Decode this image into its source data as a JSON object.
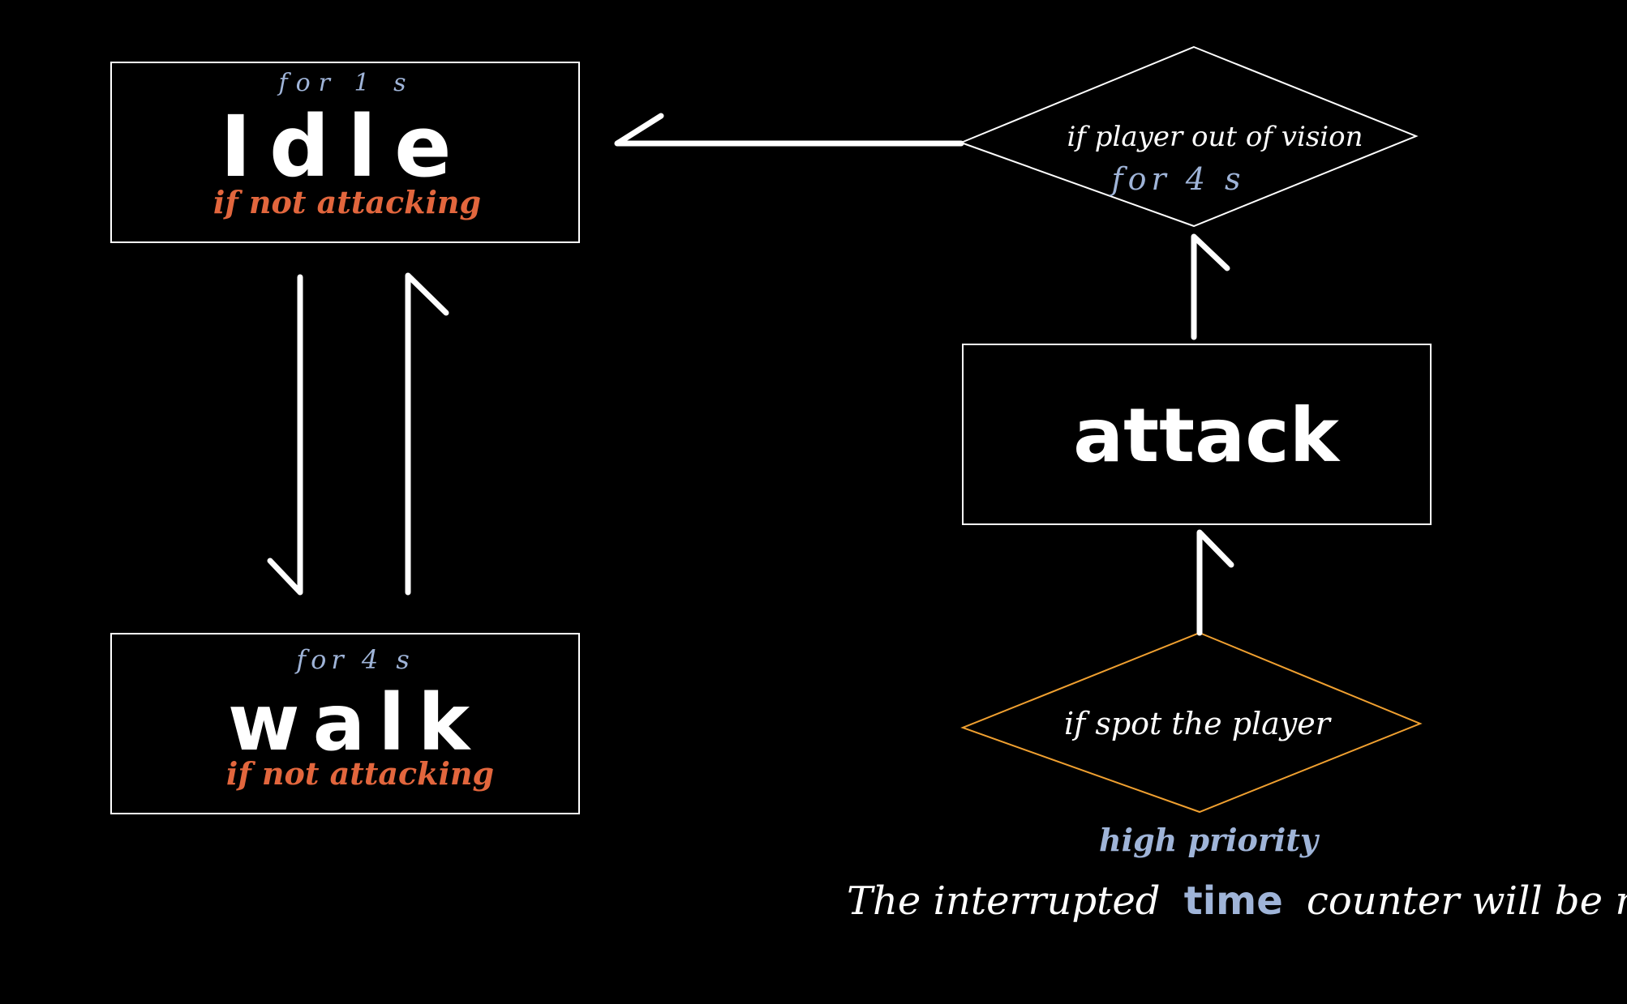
{
  "colors": {
    "background": "#000000",
    "foreground": "#ffffff",
    "timer": "#9fb4d8",
    "condition_orange": "#e2663d",
    "spot_diamond_stroke": "#f0a030"
  },
  "states": {
    "idle": {
      "label": "Idle",
      "timer": "for 1 s",
      "condition": "if not attacking"
    },
    "walk": {
      "label": "walk",
      "timer": "for 4 s",
      "condition": "if not attacking"
    },
    "attack": {
      "label": "attack"
    }
  },
  "decisions": {
    "out_of_vision": {
      "text": "if player out of vision",
      "timer": "for 4 s"
    },
    "spot_player": {
      "text": "if spot the player",
      "priority": "high priority"
    }
  },
  "note": {
    "before": "The interrupted",
    "highlight": "time",
    "after": "counter will be reset"
  }
}
